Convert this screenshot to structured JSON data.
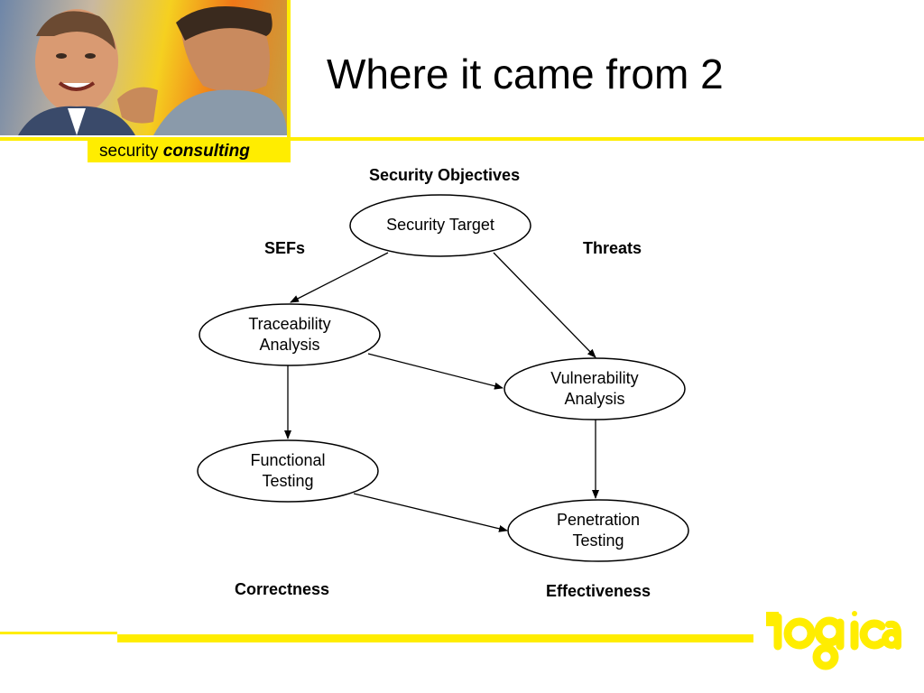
{
  "title": "Where it came from 2",
  "brand": {
    "word1": "security",
    "word2": "consulting"
  },
  "logo": {
    "alt": "logica"
  },
  "diagram": {
    "labels": {
      "security_objectives": "Security Objectives",
      "sefs": "SEFs",
      "threats": "Threats",
      "correctness": "Correctness",
      "effectiveness": "Effectiveness"
    },
    "nodes": {
      "security_target": {
        "line1": "Security Target"
      },
      "traceability": {
        "line1": "Traceability",
        "line2": "Analysis"
      },
      "vulnerability": {
        "line1": "Vulnerability",
        "line2": "Analysis"
      },
      "functional": {
        "line1": "Functional",
        "line2": "Testing"
      },
      "penetration": {
        "line1": "Penetration",
        "line2": "Testing"
      }
    }
  },
  "colors": {
    "accent": "#ffed00"
  }
}
